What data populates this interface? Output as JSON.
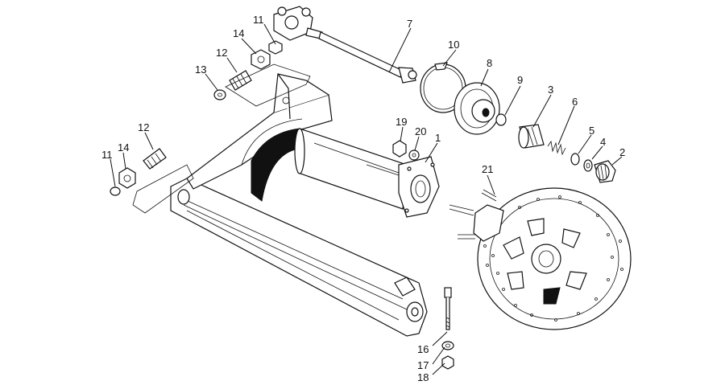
{
  "callouts": [
    {
      "id": "c7",
      "text": "7"
    },
    {
      "id": "c11a",
      "text": "11"
    },
    {
      "id": "c14a",
      "text": "14"
    },
    {
      "id": "c12a",
      "text": "12"
    },
    {
      "id": "c13",
      "text": "13"
    },
    {
      "id": "c10",
      "text": "10"
    },
    {
      "id": "c8",
      "text": "8"
    },
    {
      "id": "c9",
      "text": "9"
    },
    {
      "id": "c3",
      "text": "3"
    },
    {
      "id": "c6",
      "text": "6"
    },
    {
      "id": "c5",
      "text": "5"
    },
    {
      "id": "c4",
      "text": "4"
    },
    {
      "id": "c2",
      "text": "2"
    },
    {
      "id": "c19",
      "text": "19"
    },
    {
      "id": "c20",
      "text": "20"
    },
    {
      "id": "c1",
      "text": "1"
    },
    {
      "id": "c12b",
      "text": "12"
    },
    {
      "id": "c11b",
      "text": "11"
    },
    {
      "id": "c14b",
      "text": "14"
    },
    {
      "id": "c21",
      "text": "21"
    },
    {
      "id": "c16",
      "text": "16"
    },
    {
      "id": "c17",
      "text": "17"
    },
    {
      "id": "c18",
      "text": "18"
    }
  ]
}
